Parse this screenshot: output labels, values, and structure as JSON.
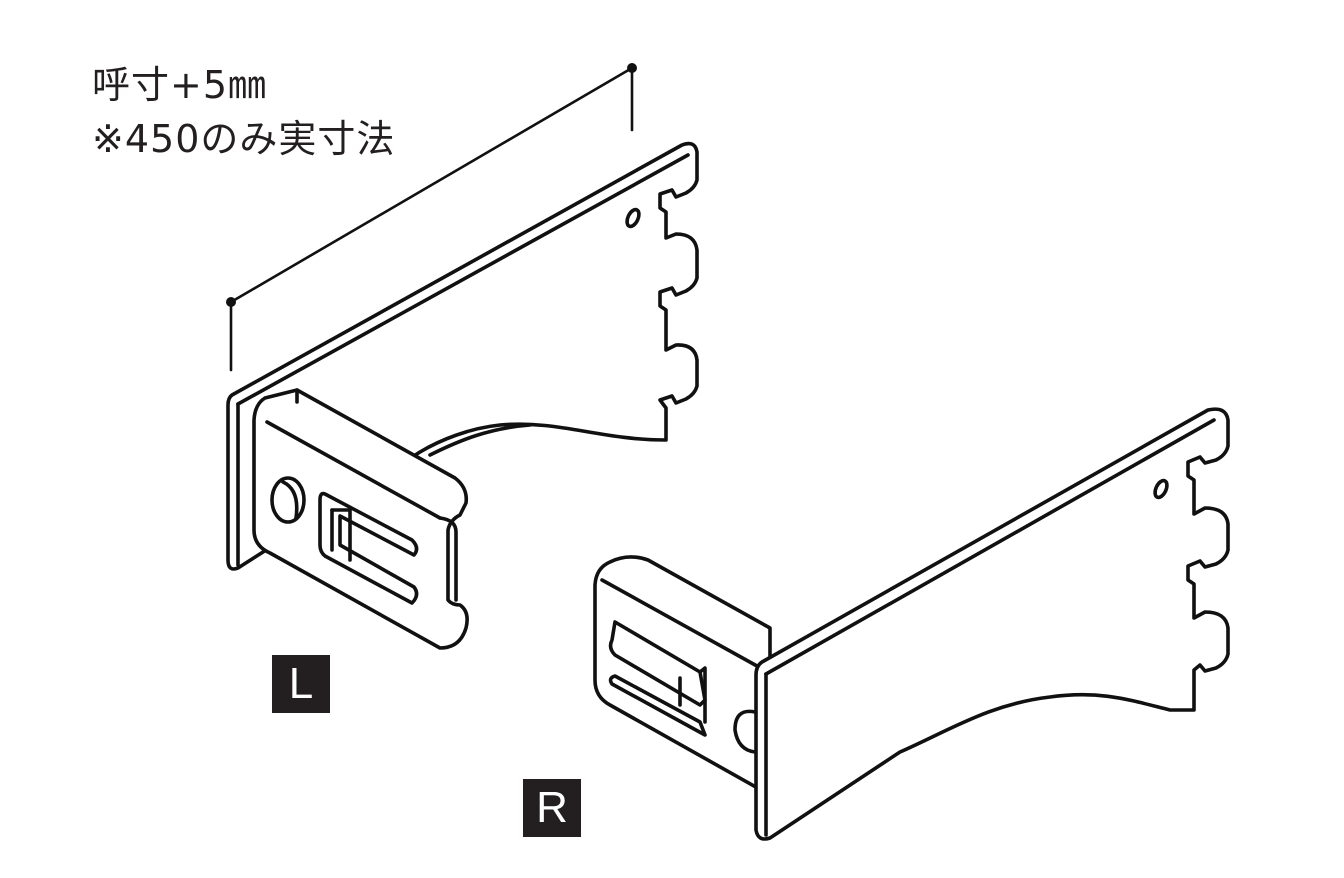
{
  "diagram": {
    "subject": "shelf bracket pair (left and right)",
    "dimension_note": {
      "line1": "呼寸+5㎜",
      "line2": "※450のみ実寸法"
    },
    "labels": {
      "left": "L",
      "right": "R"
    },
    "colors": {
      "line": "#111111",
      "badge_bg": "#231f20",
      "badge_text": "#ffffff",
      "background": "#ffffff"
    }
  }
}
